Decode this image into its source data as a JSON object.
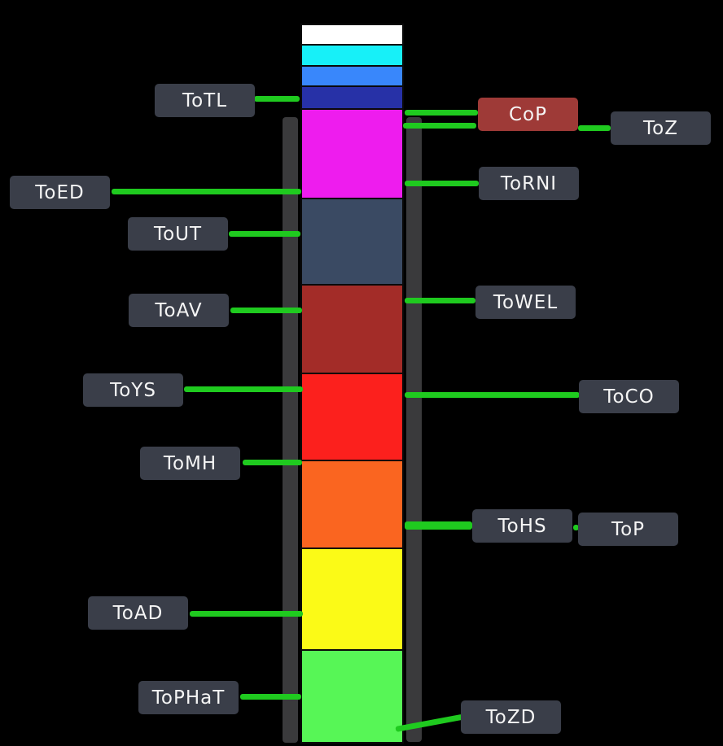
{
  "diagram": {
    "description": "Vertical segmented color column flanked by two dark rails, with labeled callouts connected by green leader lines"
  },
  "colors": {
    "background": "#000000",
    "rail": "#3a3a3c",
    "label_box": "#3a3e49",
    "label_text": "#f5f5f5",
    "connector": "#1fca1f",
    "cop_box": "#9e3a37"
  },
  "column": {
    "segments": [
      {
        "name": "white",
        "color": "#ffffff"
      },
      {
        "name": "cyan",
        "color": "#17f0f8"
      },
      {
        "name": "blue",
        "color": "#3987fb"
      },
      {
        "name": "navy",
        "color": "#2731a7"
      },
      {
        "name": "magenta",
        "color": "#ee1cee"
      },
      {
        "name": "slate",
        "color": "#3a4a63"
      },
      {
        "name": "brick",
        "color": "#a32c28"
      },
      {
        "name": "red",
        "color": "#fc201d"
      },
      {
        "name": "orange",
        "color": "#fa6520"
      },
      {
        "name": "yellow",
        "color": "#fbfa17"
      },
      {
        "name": "green",
        "color": "#57f656"
      }
    ]
  },
  "labels": {
    "totl": "ToTL",
    "cop": "CoP",
    "toz": "ToZ",
    "toed": "ToED",
    "torni": "ToRNI",
    "tout": "ToUT",
    "toav": "ToAV",
    "towel": "ToWEL",
    "toys": "ToYS",
    "toco": "ToCO",
    "tomh": "ToMH",
    "tohs": "ToHS",
    "top": "ToP",
    "toad": "ToAD",
    "tophat": "ToPHaT",
    "tozd": "ToZD"
  }
}
